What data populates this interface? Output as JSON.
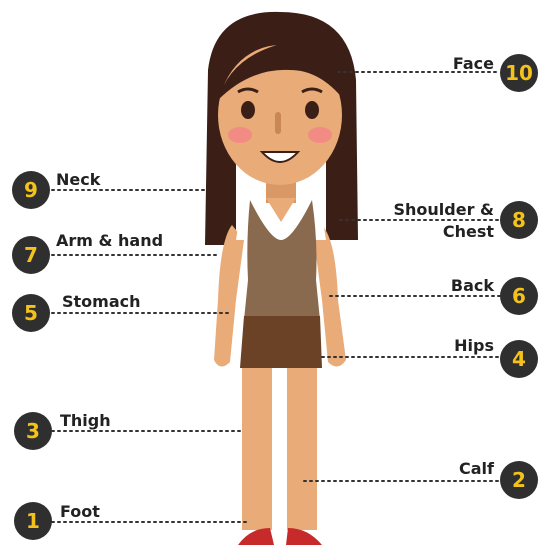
{
  "colors": {
    "badge_bg": "#2f2f2f",
    "badge_text": "#f4c21b",
    "hair": "#3b1f17",
    "skin": "#e9ab78",
    "vest": "#8a6a4f",
    "skirt": "#6b4225",
    "shirt": "#ffffff",
    "shoes": "#c72a2a",
    "cheeks": "#f28b83"
  },
  "labels": {
    "face": {
      "text": "Face",
      "num": "10"
    },
    "neck": {
      "text": "Neck",
      "num": "9"
    },
    "shoulder": {
      "line1": "Shoulder &",
      "line2": "Chest",
      "num": "8"
    },
    "arm": {
      "text": "Arm & hand",
      "num": "7"
    },
    "back": {
      "text": "Back",
      "num": "6"
    },
    "stomach": {
      "text": "Stomach",
      "num": "5"
    },
    "hips": {
      "text": "Hips",
      "num": "4"
    },
    "thigh": {
      "text": "Thigh",
      "num": "3"
    },
    "calf": {
      "text": "Calf",
      "num": "2"
    },
    "foot": {
      "text": "Foot",
      "num": "1"
    }
  }
}
